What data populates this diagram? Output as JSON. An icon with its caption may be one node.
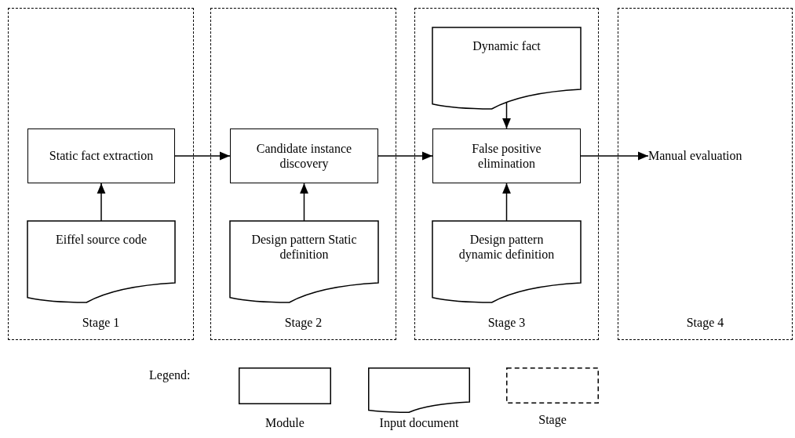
{
  "diagram": {
    "nodes": [
      {
        "text": [
          "Stage 1"
        ]
      },
      {
        "text": [
          "Static fact extraction"
        ],
        "in": 0
      },
      {
        "text": [
          "Eiffel source code"
        ],
        "in": 0
      },
      {
        "text": [
          "Stage 2"
        ]
      },
      {
        "text": [
          "Candidate instance discovery"
        ],
        "in": 3
      },
      {
        "text": [
          "Design pattern Static definition"
        ],
        "in": 3
      },
      {
        "text": [
          "Stage 3"
        ]
      },
      {
        "text": [
          "Dynamic fact"
        ],
        "in": 6
      },
      {
        "text": [
          "False positive elimination"
        ],
        "in": 6
      },
      {
        "text": [
          "Design pattern dynamic definition"
        ],
        "in": 6
      },
      {
        "text": [
          "Stage 4"
        ]
      },
      {
        "text": [
          "Manual evaluation"
        ],
        "in": 10
      }
    ],
    "edges": [
      {
        "from": 2,
        "to": 1,
        "arrow": "to"
      },
      {
        "from": 1,
        "to": 4,
        "arrow": "to"
      },
      {
        "from": 5,
        "to": 4,
        "arrow": "to"
      },
      {
        "from": 4,
        "to": 8,
        "arrow": "to"
      },
      {
        "from": 7,
        "to": 8,
        "arrow": "to"
      },
      {
        "from": 9,
        "to": 8,
        "arrow": "to"
      },
      {
        "from": 8,
        "to": 11,
        "arrow": "to"
      }
    ],
    "labels": [
      "Legend:"
    ],
    "legend": [
      {
        "text": "Module"
      },
      {
        "text": "Input document"
      },
      {
        "text": "Stage"
      }
    ]
  }
}
